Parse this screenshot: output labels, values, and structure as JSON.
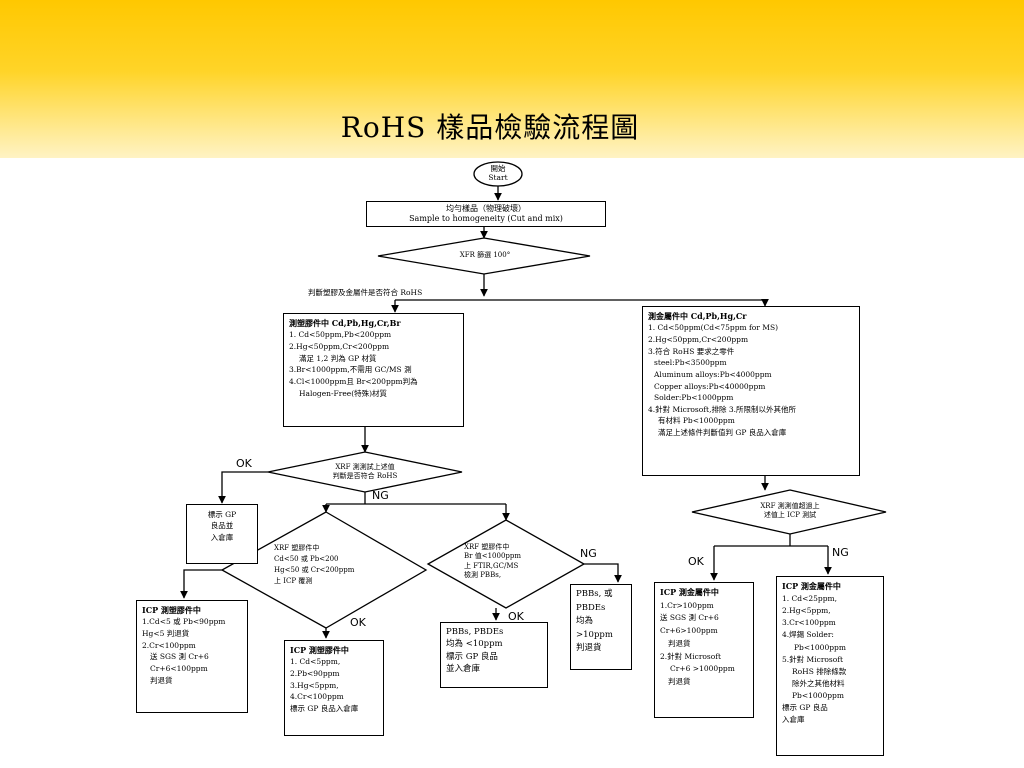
{
  "slide": {
    "title": "RoHS 樣品檢驗流程圖"
  },
  "start": {
    "zh": "開始",
    "en": "Start"
  },
  "homogenize": {
    "zh": "均勻樣品（物理破壞）",
    "en": "Sample to homogeneity (Cut and mix)"
  },
  "xfr_scan": "XFR 篩選 100°",
  "split_label": "判斷塑膠及金屬件是否符合 RoHS",
  "plastic_criteria": {
    "head": "測塑膠件中 Cd,Pb,Hg,Cr,Br",
    "lines": [
      "1. Cd<50ppm,Pb<200ppm",
      "2.Hg<50ppm,Cr<200ppm",
      "滿足 1,2 判為 GP 材質",
      "3.Br<1000ppm,不需用 GC/MS 測",
      "4.Cl<1000ppm且 Br<200ppm判為",
      "Halogen-Free(特殊)材質"
    ]
  },
  "metal_criteria": {
    "head": "測金屬件中 Cd,Pb,Hg,Cr",
    "lines": [
      "1. Cd<50ppm(Cd<75ppm for MS)",
      "2.Hg<50ppm,Cr<200ppm",
      "3.符合 RoHS 要求之零件",
      "steel:Pb<3500ppm",
      "Aluminum alloys:Pb<4000ppm",
      "Copper alloys:Pb<40000ppm",
      "Solder:Pb<1000ppm",
      "4.針對 Microsoft,排除 3.所限制以外其他所",
      "有材料 Pb<1000ppm",
      "滿足上述條件判斷值判 GP 良品入倉庫"
    ]
  },
  "decision_xrf_rohs": {
    "line1": "XRF 測測試上述值",
    "line2": "判斷是否符合 RoHS"
  },
  "decision_metal_icp": {
    "line1": "XRF 測測值超過上",
    "line2": "述值上 ICP 測試"
  },
  "decision_plastic_cd": {
    "line1": "XRF 塑膠件中",
    "line2": "Cd<50 或 Pb<200",
    "line3": "Hg<50 或 Cr<200ppm",
    "line4": "上 ICP 覆測"
  },
  "decision_plastic_br": {
    "line1": "XRF 塑膠件中",
    "line2": "Br 值<1000ppm",
    "line3": "上 FTIR,GC/MS",
    "line4": "檢測 PBBs,"
  },
  "labels": {
    "ok": "OK",
    "ng": "NG"
  },
  "gp_stock": {
    "lines": [
      "標示 GP",
      "良品並",
      "入倉庫"
    ]
  },
  "icp_plastic_ng": {
    "head": "ICP 測塑膠件中",
    "lines": [
      "1.Cd<5 或 Pb<90ppm",
      "Hg<5 判退貨",
      "2.Cr<100ppm",
      "送 SGS 測 Cr+6",
      "Cr+6<100ppm",
      "判退貨"
    ]
  },
  "icp_plastic_ok": {
    "head": "ICP 測塑膠件中",
    "lines": [
      "1. Cd<5ppm,",
      "2.Pb<90ppm",
      "3.Hg<5ppm,",
      "4.Cr<100ppm",
      "標示 GP 良品入倉庫"
    ]
  },
  "pbb_ok": {
    "lines": [
      "PBBs, PBDEs",
      "均為 <10ppm",
      "標示 GP 良品",
      "並入倉庫"
    ]
  },
  "pbb_ng": {
    "lines": [
      "PBBs, 或",
      "PBDEs",
      "均為",
      ">10ppm",
      "判退貨"
    ]
  },
  "icp_metal_ok": {
    "head": "ICP 測金屬件中",
    "lines": [
      "1.Cr>100ppm",
      "送 SGS 測 Cr+6",
      "Cr+6>100ppm",
      "判退貨",
      "2.針對 Microsoft",
      "Cr+6 >1000ppm",
      "判退貨"
    ]
  },
  "icp_metal_ng": {
    "head": "ICP 測金屬件中",
    "lines": [
      "1. Cd<25ppm,",
      "2.Hg<5ppm,",
      "3.Cr<100ppm",
      "4.焊錫 Solder:",
      "Pb<1000ppm",
      "5.針對 Microsoft",
      "RoHS 排除條款",
      "除外之其他材料",
      "Pb<1000ppm",
      "標示 GP 良品",
      "入倉庫"
    ]
  }
}
